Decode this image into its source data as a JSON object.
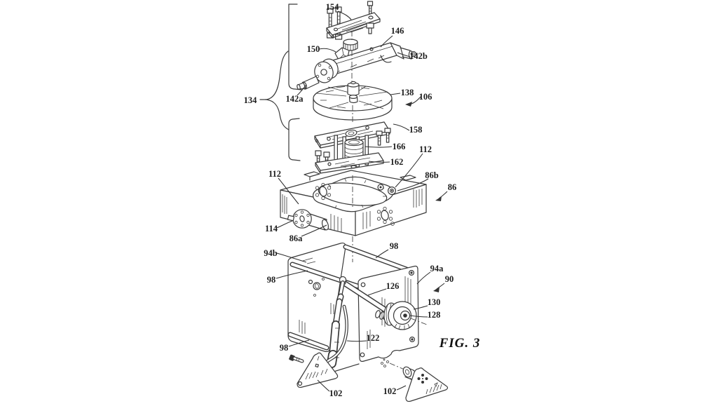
{
  "figure": {
    "caption": "FIG. 3",
    "kind": "patent exploded-view line drawing",
    "colors": {
      "ink": "#3a3a3a",
      "background": "#ffffff"
    }
  },
  "labels": [
    {
      "id": "154",
      "text": "154"
    },
    {
      "id": "146",
      "text": "146"
    },
    {
      "id": "142b",
      "text": "142b"
    },
    {
      "id": "150",
      "text": "150"
    },
    {
      "id": "142a",
      "text": "142a"
    },
    {
      "id": "134",
      "text": "134"
    },
    {
      "id": "138",
      "text": "138"
    },
    {
      "id": "106",
      "text": "106"
    },
    {
      "id": "158",
      "text": "158"
    },
    {
      "id": "166",
      "text": "166"
    },
    {
      "id": "162",
      "text": "162"
    },
    {
      "id": "112-right",
      "text": "112"
    },
    {
      "id": "86b",
      "text": "86b"
    },
    {
      "id": "86",
      "text": "86"
    },
    {
      "id": "112-left",
      "text": "112"
    },
    {
      "id": "114",
      "text": "114"
    },
    {
      "id": "86a",
      "text": "86a"
    },
    {
      "id": "94b",
      "text": "94b"
    },
    {
      "id": "98-top",
      "text": "98"
    },
    {
      "id": "98-left",
      "text": "98"
    },
    {
      "id": "94a",
      "text": "94a"
    },
    {
      "id": "90",
      "text": "90"
    },
    {
      "id": "126",
      "text": "126"
    },
    {
      "id": "130",
      "text": "130"
    },
    {
      "id": "128",
      "text": "128"
    },
    {
      "id": "122",
      "text": "122"
    },
    {
      "id": "98-bottom",
      "text": "98"
    },
    {
      "id": "102-left",
      "text": "102"
    },
    {
      "id": "102-right",
      "text": "102"
    }
  ]
}
